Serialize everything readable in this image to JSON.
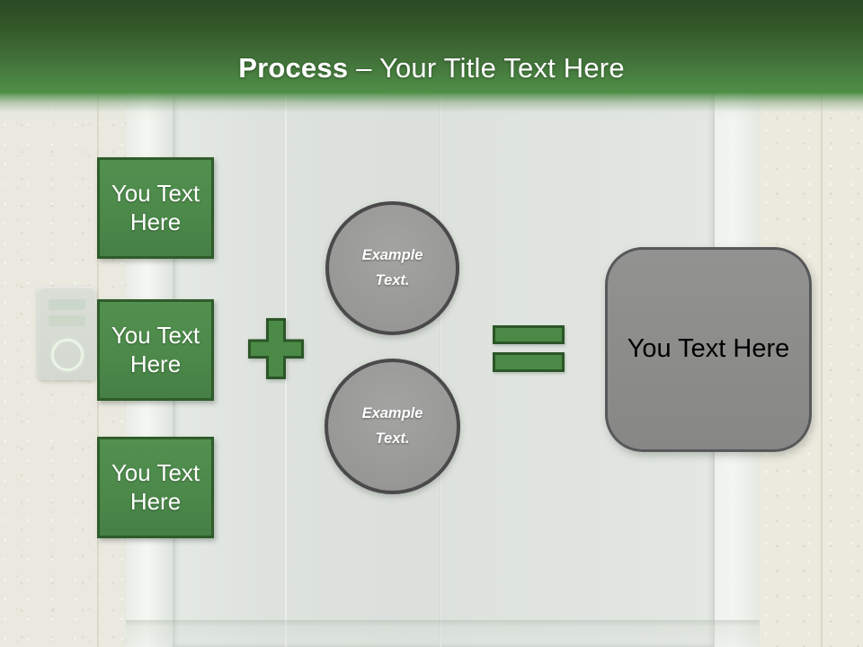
{
  "slide_title": {
    "bold_part": "Process",
    "regular_part": "– Your Title Text Here"
  },
  "diagram": {
    "input_boxes": [
      {
        "label": "You Text Here"
      },
      {
        "label": "You Text Here"
      },
      {
        "label": "You Text Here"
      }
    ],
    "operators": [
      {
        "name": "plus-icon",
        "symbol": "+"
      },
      {
        "name": "equals-icon",
        "symbol": "="
      }
    ],
    "example_circles": [
      {
        "label": "Example Text."
      },
      {
        "label": "Example Text."
      }
    ],
    "result_box": {
      "label": "You Text Here"
    }
  },
  "background": {
    "scene": "elevator doors with call-button panel",
    "elements": [
      "left-wall",
      "door-frame",
      "elevator-doors",
      "call-button-panel",
      "right-wall"
    ]
  },
  "colors": {
    "header_green_dark": "#2a4a26",
    "header_green_light": "#4f8f48",
    "shape_green_fill": "#4b8849",
    "shape_green_border": "#2e5c2a",
    "circle_gray_fill": "#9a9a98",
    "circle_gray_border": "#4a4a4b",
    "result_gray_fill": "#8c8c8a",
    "result_gray_border": "#57585a",
    "title_text": "#ffffff",
    "box_text": "#ffffff",
    "circle_text": "#ffffff",
    "result_text": "#000000",
    "wall_beige": "#eae9e0",
    "door_gray": "#dde2dd"
  }
}
